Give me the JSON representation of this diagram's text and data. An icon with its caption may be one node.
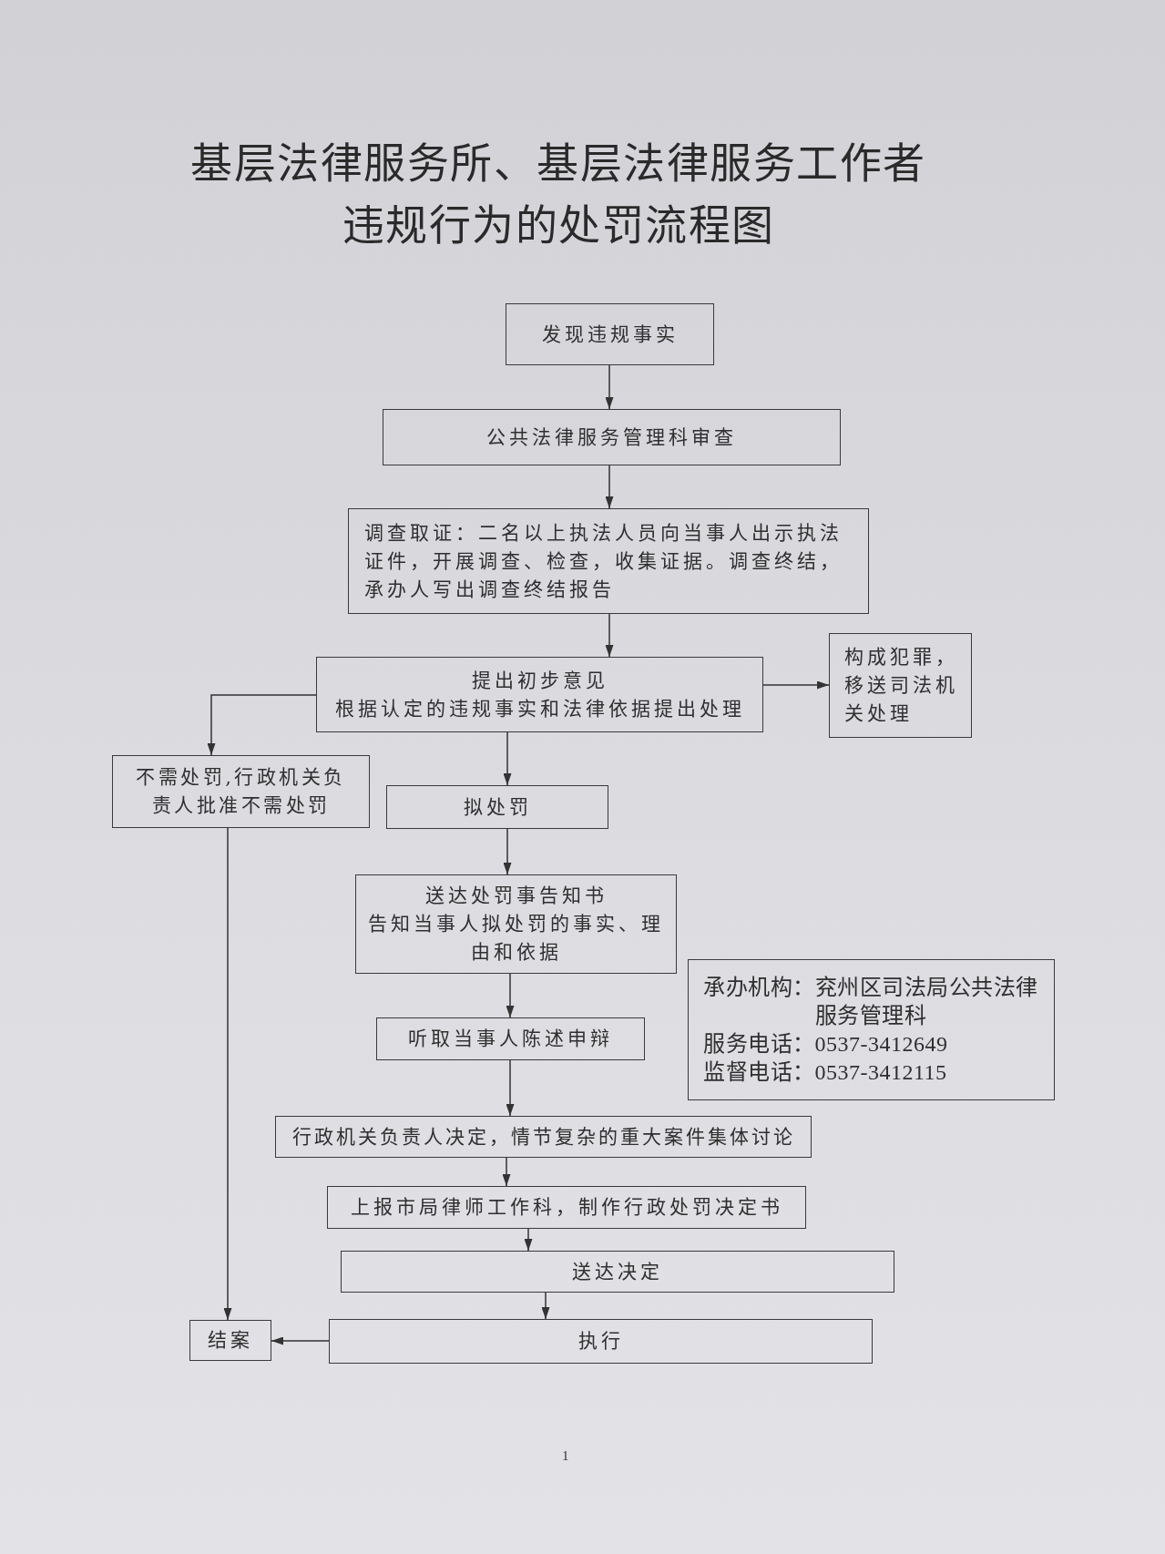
{
  "diagram": {
    "title": "基层法律服务所、基层法律服务工作者违规行为的处罚流程图",
    "nodes": [
      {
        "text": [
          "发现违规事实"
        ]
      },
      {
        "text": [
          "公共法律服务管理科审查"
        ]
      },
      {
        "text": [
          "调查取证：二名以上执法人员向当事人出示执法证件，开展调查、检查，收集证据。调查终结，承办人写出调查终结报告"
        ]
      },
      {
        "text": [
          "提出初步意见",
          "根据认定的违规事实和法律依据提出处理"
        ]
      },
      {
        "text": [
          "构成犯罪，移送司法机关处理"
        ]
      },
      {
        "text": [
          "不需处罚,行政机关负责人批准不需处罚"
        ]
      },
      {
        "text": [
          "拟处罚"
        ]
      },
      {
        "text": [
          "送达处罚事告知书",
          "告知当事人拟处罚的事实、理由和依据"
        ]
      },
      {
        "text": [
          "承办机构：兖州区司法局公共法律服务管理科",
          "服务电话：0537-3412649",
          "监督电话：0537-3412115"
        ]
      },
      {
        "text": [
          "听取当事人陈述申辩"
        ]
      },
      {
        "text": [
          "行政机关负责人决定，情节复杂的重大案件集体讨论"
        ]
      },
      {
        "text": [
          "上报市局律师工作科，制作行政处罚决定书"
        ]
      },
      {
        "text": [
          "送达决定"
        ]
      },
      {
        "text": [
          "结案"
        ]
      },
      {
        "text": [
          "执行"
        ]
      }
    ],
    "edges": [
      {
        "from": 0,
        "to": 1,
        "arrow": "to"
      },
      {
        "from": 1,
        "to": 2,
        "arrow": "to"
      },
      {
        "from": 2,
        "to": 3,
        "arrow": "to"
      },
      {
        "from": 3,
        "to": 4,
        "arrow": "to"
      },
      {
        "from": 3,
        "to": 5,
        "arrow": "to"
      },
      {
        "from": 3,
        "to": 6,
        "arrow": "to"
      },
      {
        "from": 6,
        "to": 7,
        "arrow": "to"
      },
      {
        "from": 7,
        "to": 9,
        "arrow": "to"
      },
      {
        "from": 9,
        "to": 10,
        "arrow": "to"
      },
      {
        "from": 10,
        "to": 11,
        "arrow": "to"
      },
      {
        "from": 11,
        "to": 12,
        "arrow": "to"
      },
      {
        "from": 12,
        "to": 14,
        "arrow": "to"
      },
      {
        "from": 14,
        "to": 13,
        "arrow": "to"
      },
      {
        "from": 5,
        "to": 13,
        "arrow": "to"
      }
    ],
    "labels": [
      "1"
    ]
  }
}
